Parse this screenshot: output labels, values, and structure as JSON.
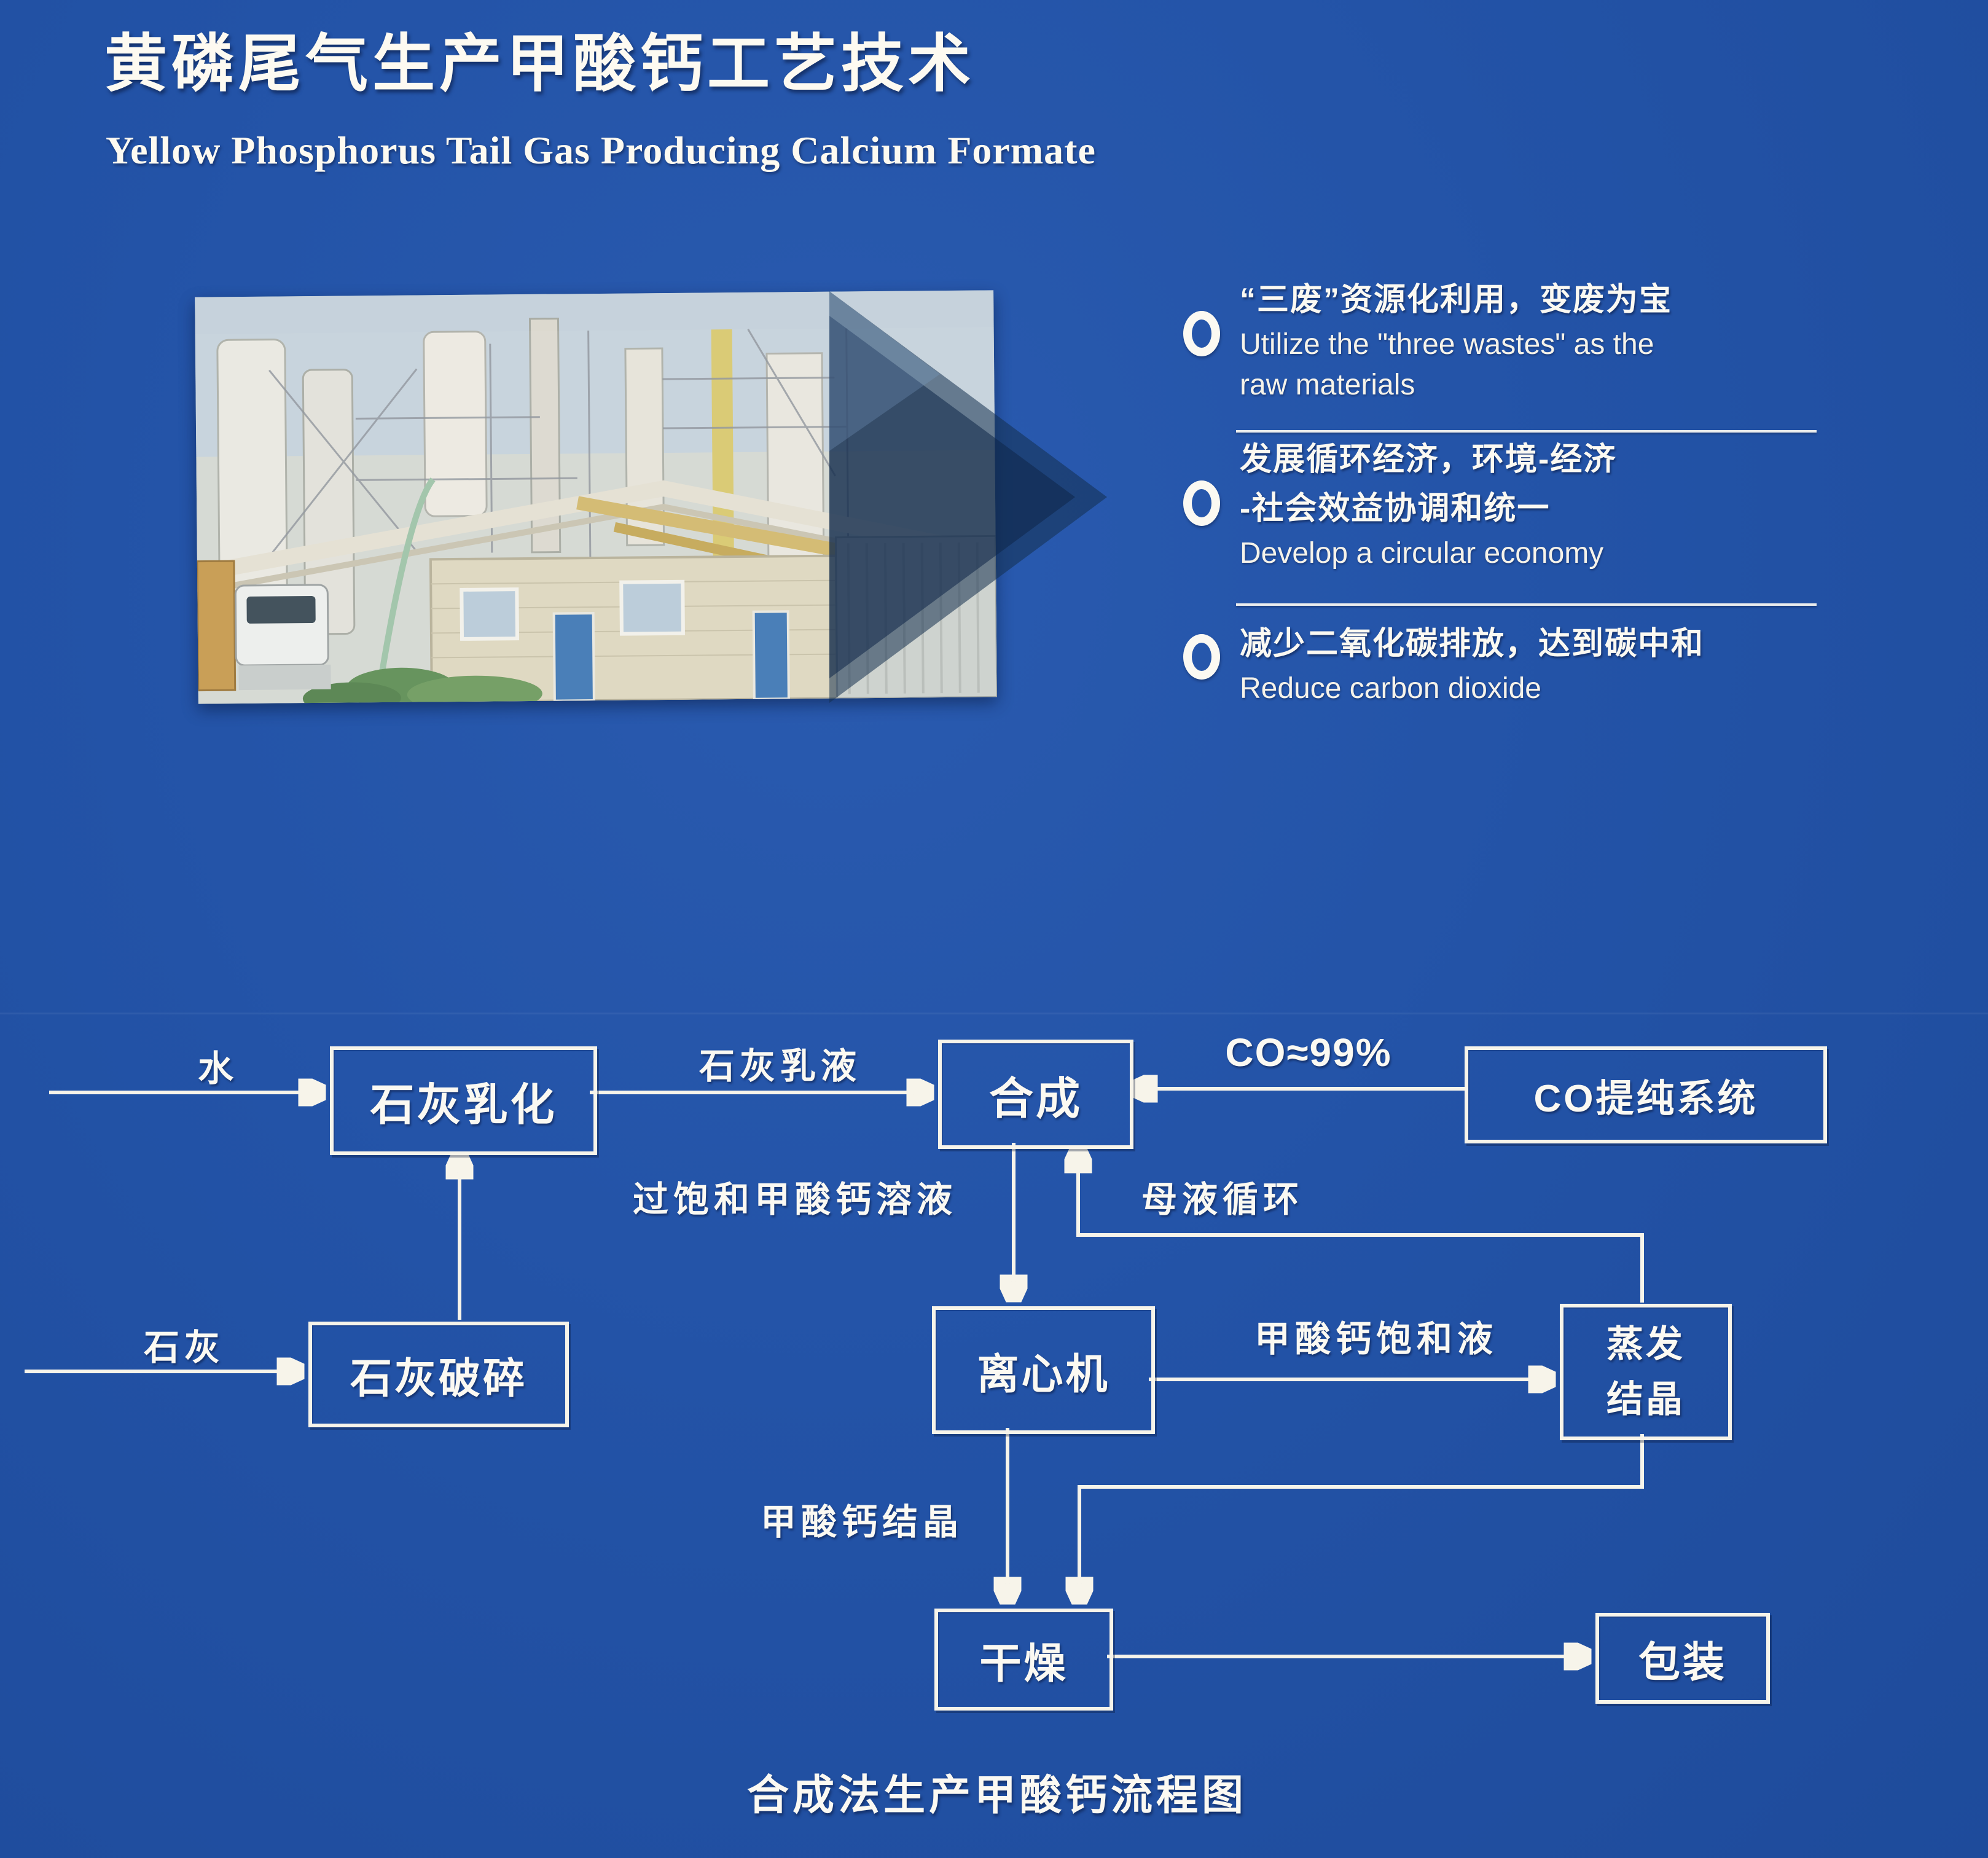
{
  "header": {
    "title_zh": "黄磷尾气生产甲酸钙工艺技术",
    "title_en": "Yellow Phosphorus Tail Gas Producing Calcium Formate"
  },
  "highlights": [
    {
      "zh_lines": [
        "“三废”资源化利用，变废为宝"
      ],
      "en_lines": [
        "Utilize the \"three wastes\" as the",
        "raw materials"
      ]
    },
    {
      "zh_lines": [
        "发展循环经济，环境-经济",
        "-社会效益协调和统一"
      ],
      "en_lines": [
        "Develop a circular economy"
      ]
    },
    {
      "zh_lines": [
        "减少二氧化碳排放，达到碳中和"
      ],
      "en_lines": [
        "Reduce carbon dioxide"
      ]
    }
  ],
  "flowchart": {
    "boxes": {
      "lime_emulsification": "石灰乳化",
      "synthesis": "合成",
      "co_purification": "CO提纯系统",
      "lime_crushing": "石灰破碎",
      "centrifuge": "离心机",
      "evaporation_line1": "蒸发",
      "evaporation_line2": "结晶",
      "drying": "干燥",
      "packaging": "包装"
    },
    "labels": {
      "water": "水",
      "lime_milk": "石灰乳液",
      "co_purity": "CO≈99%",
      "supersaturated_solution": "过饱和甲酸钙溶液",
      "mother_liquor_cycle": "母液循环",
      "lime": "石灰",
      "saturated_solution": "甲酸钙饱和液",
      "formate_crystals": "甲酸钙结晶"
    },
    "caption": "合成法生产甲酸钙流程图"
  },
  "colors": {
    "background": "#2353a7",
    "ink": "#f7f4ea",
    "chevron": "#16335f"
  }
}
